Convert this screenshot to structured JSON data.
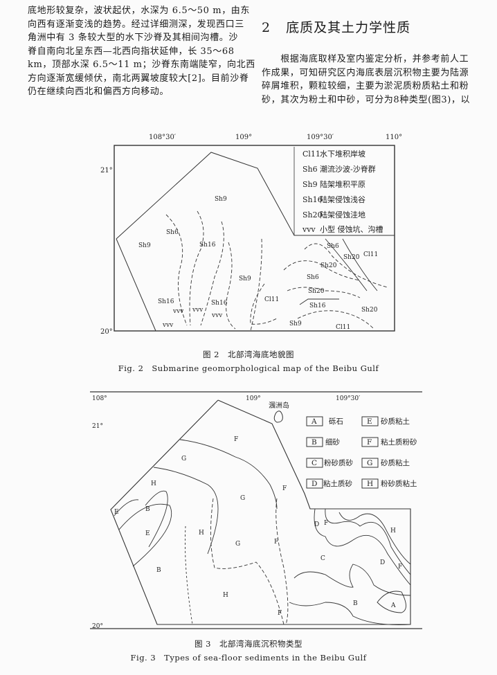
{
  "left_column": {
    "lines": [
      "底地形较复杂，波状起伏，水深为 6.5～50 m，由东",
      "向西有逐渐变浅的趋势。经过详细测深，发现西口三",
      "角洲中有 3 条较大型的水下沙脊及其相间沟槽。沙",
      "脊自南向北呈东西—北西向指状延伸，长 35～68",
      "km，顶部水深 6.5～11 m；沙脊东南端陡窄，向北西",
      "方向逐渐宽缓倾伏，南北两翼坡度较大[2]。目前沙脊",
      "仍在继续向西北和偏西方向移动。"
    ]
  },
  "section": {
    "number": "2",
    "title": "底质及其土力学性质"
  },
  "right_column": {
    "lines": [
      "　　根据海底取样及室内鉴定分析，并参考前人工",
      "作成果，可知研究区内海底表层沉积物主要为陆源",
      "碎屑堆积，颗粒较细，主要为淤泥质粉质粘土和粉",
      "砂，其次为粉土和中砂，可分为8种类型(图3)，以"
    ]
  },
  "fig2": {
    "lon_ticks": [
      "108°30′",
      "109°",
      "109°30′",
      "110°"
    ],
    "lat_ticks": [
      "21°",
      "20°"
    ],
    "legend": [
      {
        "code": "Cl11",
        "label": "水下堆积岸坡"
      },
      {
        "code": "Sh6",
        "label": "潮流沙波-沙脊群"
      },
      {
        "code": "Sh9",
        "label": "陆架堆积平原"
      },
      {
        "code": "Sh16",
        "label": "陆架侵蚀浅谷"
      },
      {
        "code": "Sh20",
        "label": "陆架侵蚀洼地"
      },
      {
        "code": "vvv",
        "label": "小型 侵蚀坑、沟槽"
      }
    ],
    "map_labels": [
      "Sh9",
      "Sh6",
      "Sh9",
      "Sh16",
      "Sh9",
      "Sh16",
      "Sh16",
      "Cl11",
      "Sh6",
      "Sh20",
      "Cl11",
      "Sh20",
      "Sh6",
      "Sh20",
      "Sh16",
      "Sh20",
      "Sh9",
      "Cl11",
      "vvv",
      "vvv",
      "vvv",
      "vvv"
    ],
    "caption_cn": "图 2　北部湾海底地貌图",
    "caption_en": "Fig. 2　Submarine geomorphological map of the Beibu Gulf"
  },
  "fig3": {
    "lon_ticks": [
      "109°",
      "109°30′"
    ],
    "lat_ticks": [
      "108°",
      "21°",
      "20°"
    ],
    "island": "涠洲岛",
    "legend": [
      {
        "code": "A",
        "label": "砾石"
      },
      {
        "code": "E",
        "label": "砂质粘土"
      },
      {
        "code": "B",
        "label": "细砂"
      },
      {
        "code": "F",
        "label": "粘土质粉砂"
      },
      {
        "code": "C",
        "label": "粉砂质砂"
      },
      {
        "code": "G",
        "label": "砂质粘土"
      },
      {
        "code": "D",
        "label": "粘土质砂"
      },
      {
        "code": "H",
        "label": "粉砂质粘土"
      }
    ],
    "map_labels": [
      "F",
      "G",
      "H",
      "F",
      "G",
      "E",
      "B",
      "E",
      "H",
      "G",
      "F",
      "B",
      "H",
      "F",
      "D",
      "F",
      "H",
      "C",
      "D",
      "F",
      "B",
      "A"
    ],
    "caption_cn": "图 3　北部湾海底沉积物类型",
    "caption_en": "Fig. 3　Types of sea-floor sediments in the Beibu Gulf"
  }
}
